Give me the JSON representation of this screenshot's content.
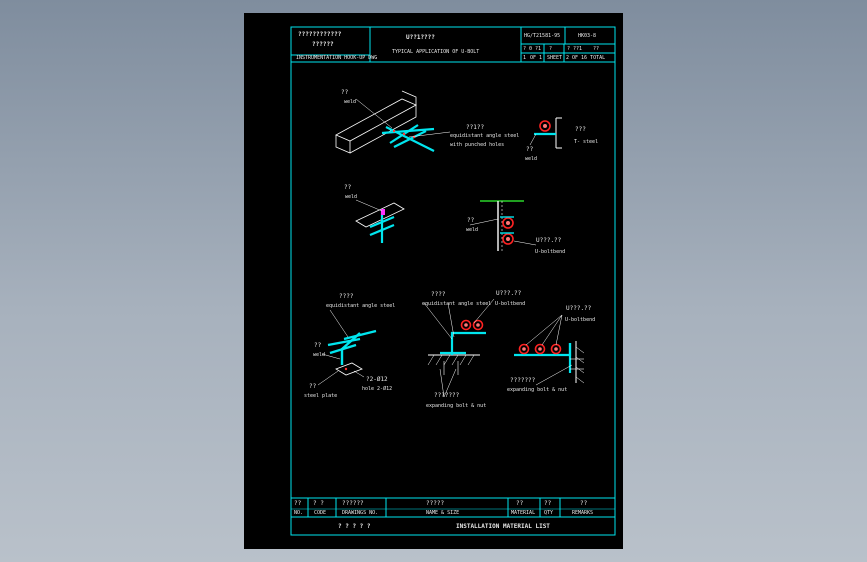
{
  "title_block": {
    "left_title_cn": "????????????",
    "left_title_cn2": "??????",
    "left_title_en": "INSTRUMENTATION HOOK-UP DWG",
    "center_title_cn": "U??1????",
    "center_title_en": "TYPICAL APPLICATION OF U-BOLT",
    "doc_code": "HG/T21581-95",
    "doc_no": "HK03-8",
    "sheet_row1_a": "? 0 ?1",
    "sheet_row1_b": "?",
    "sheet_row1_c": "? ??1",
    "sheet_row1_d": "??",
    "sheet_row2_a": "1",
    "sheet_row2_b": "OF 1",
    "sheet_row2_c": "SHEET",
    "sheet_row2_d": "2",
    "sheet_row2_e": "OF 16 TOTAL"
  },
  "annotations": {
    "weld1_cn": "??",
    "weld1_en": "weld",
    "angle1_cn": "??1??",
    "angle1_en": "equidistant angle steel",
    "angle1_en2": "with punched holes",
    "tsteel_cn": "???",
    "tsteel_en": "T- steel",
    "weld2_cn": "??",
    "weld2_en": "weld",
    "weld3_cn": "??",
    "weld3_en": "weld",
    "weld4_cn": "??",
    "weld4_en": "weld",
    "ubolt1_cn": "U???.??",
    "ubolt1_en": "U-boltbend",
    "angle2_cn": "????",
    "angle2_en": "equidistant angle steel",
    "weld5_cn": "??",
    "weld5_en": "weld",
    "plate_cn": "??",
    "plate_en": "steel plate",
    "hole_cn": "?2-Ø12",
    "hole_en": "hole 2-Ø12",
    "angle3_cn": "????",
    "angle3_en": "equidistant angle steel",
    "ubolt2_cn": "U???.??",
    "ubolt2_en": "U-boltbend",
    "expbolt1_cn": "???????",
    "expbolt1_en": "expanding bolt & nut",
    "ubolt3_cn": "U???.??",
    "ubolt3_en": "U-boltbend",
    "expbolt2_cn": "???????",
    "expbolt2_en": "expanding bolt & nut"
  },
  "material_list": {
    "headers_cn": [
      "??",
      "? ?",
      "??????",
      "?????",
      "??",
      "??",
      "??"
    ],
    "headers_en": [
      "NO.",
      "CODE",
      "DRAWINGS NO.",
      "NAME & SIZE",
      "MATERIAL",
      "QTY",
      "REMARKS"
    ],
    "footer_cn": "? ? ? ? ?",
    "footer_en": "INSTALLATION MATERIAL LIST"
  }
}
